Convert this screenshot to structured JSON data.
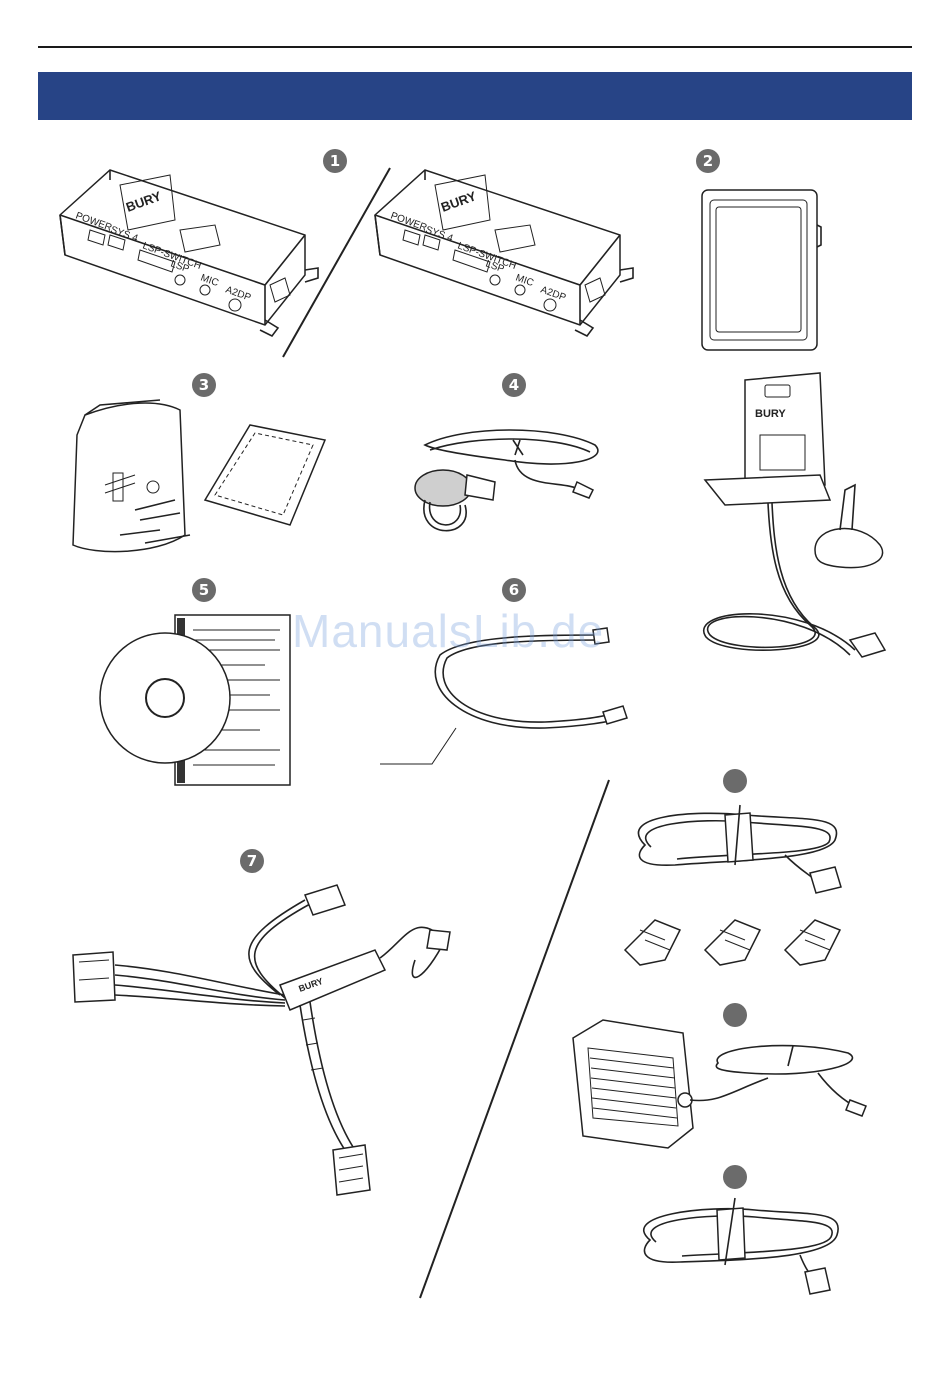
{
  "badges": {
    "b1": "1",
    "b2": "2",
    "b3": "3",
    "b4": "4",
    "b5": "5",
    "b6": "6",
    "b7": "7",
    "b8": "",
    "b9": "",
    "b10": ""
  },
  "device": {
    "brand": "BURY",
    "port_power": "POWER",
    "port_sys": "SYS 4",
    "port_lsp_switch": "LSP-SWITCH",
    "port_lsp": "LSP",
    "port_mic": "MIC",
    "port_a2dp": "A2DP"
  },
  "cradle": {
    "brand": "BURY"
  },
  "harness": {
    "brand": "BURY"
  },
  "watermark": "ManualsLib.de",
  "colors": {
    "band": "#274486",
    "badge": "#6b6b6b",
    "line": "#222222"
  }
}
